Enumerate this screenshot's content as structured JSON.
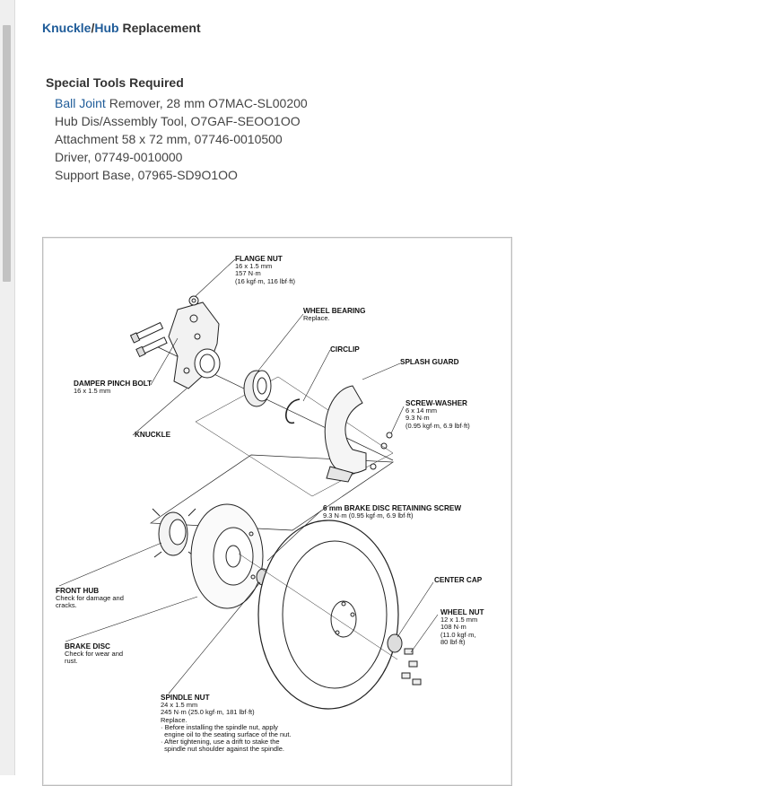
{
  "page": {
    "title_link_1": "Knuckle",
    "title_sep": "/",
    "title_link_2": "Hub",
    "title_rest": " Replacement"
  },
  "tools": {
    "heading": "Special Tools Required",
    "items": [
      {
        "link": "Ball Joint",
        "text": " Remover, 28 mm O7MAC-SL00200"
      },
      {
        "link": "",
        "text": "Hub Dis/Assembly Tool, O7GAF-SEOO1OO"
      },
      {
        "link": "",
        "text": "Attachment 58 x 72 mm, 07746-0010500"
      },
      {
        "link": "",
        "text": "Driver, 07749-0010000"
      },
      {
        "link": "",
        "text": "Support Base, 07965-SD9O1OO"
      }
    ]
  },
  "diagram": {
    "flange_nut": {
      "name": "FLANGE NUT",
      "lines": "16 x 1.5 mm\n157 N·m\n(16 kgf·m, 116 lbf·ft)"
    },
    "wheel_bearing": {
      "name": "WHEEL BEARING",
      "lines": "Replace."
    },
    "circlip": {
      "name": "CIRCLIP",
      "lines": ""
    },
    "splash_guard": {
      "name": "SPLASH GUARD",
      "lines": ""
    },
    "screw_washer": {
      "name": "SCREW-WASHER",
      "lines": "6 x 14 mm\n9.3 N·m\n(0.95 kgf·m, 6.9 lbf·ft)"
    },
    "damper_pinch_bolt": {
      "name": "DAMPER PINCH BOLT",
      "lines": "16 x 1.5 mm"
    },
    "knuckle": {
      "name": "KNUCKLE",
      "lines": ""
    },
    "brake_disc_screw": {
      "name": "6 mm BRAKE DISC RETAINING SCREW",
      "lines": "9.3 N·m (0.95 kgf·m, 6.9 lbf·ft)"
    },
    "center_cap": {
      "name": "CENTER CAP",
      "lines": ""
    },
    "front_hub": {
      "name": "FRONT HUB",
      "lines": "Check for damage and\ncracks."
    },
    "wheel_nut": {
      "name": "WHEEL NUT",
      "lines": "12 x 1.5 mm\n108 N·m\n(11.0 kgf·m,\n80 lbf·ft)"
    },
    "brake_disc": {
      "name": "BRAKE DISC",
      "lines": "Check for wear and\nrust."
    },
    "spindle_nut": {
      "name": "SPINDLE NUT",
      "lines": "24 x 1.5 mm\n245 N·m (25.0 kgf·m, 181 lbf·ft)\nReplace.\n· Before installing the spindle nut, apply\n  engine oil to the seating surface of the nut.\n· After tightening, use a drift to stake the\n  spindle nut shoulder against the spindle."
    }
  }
}
